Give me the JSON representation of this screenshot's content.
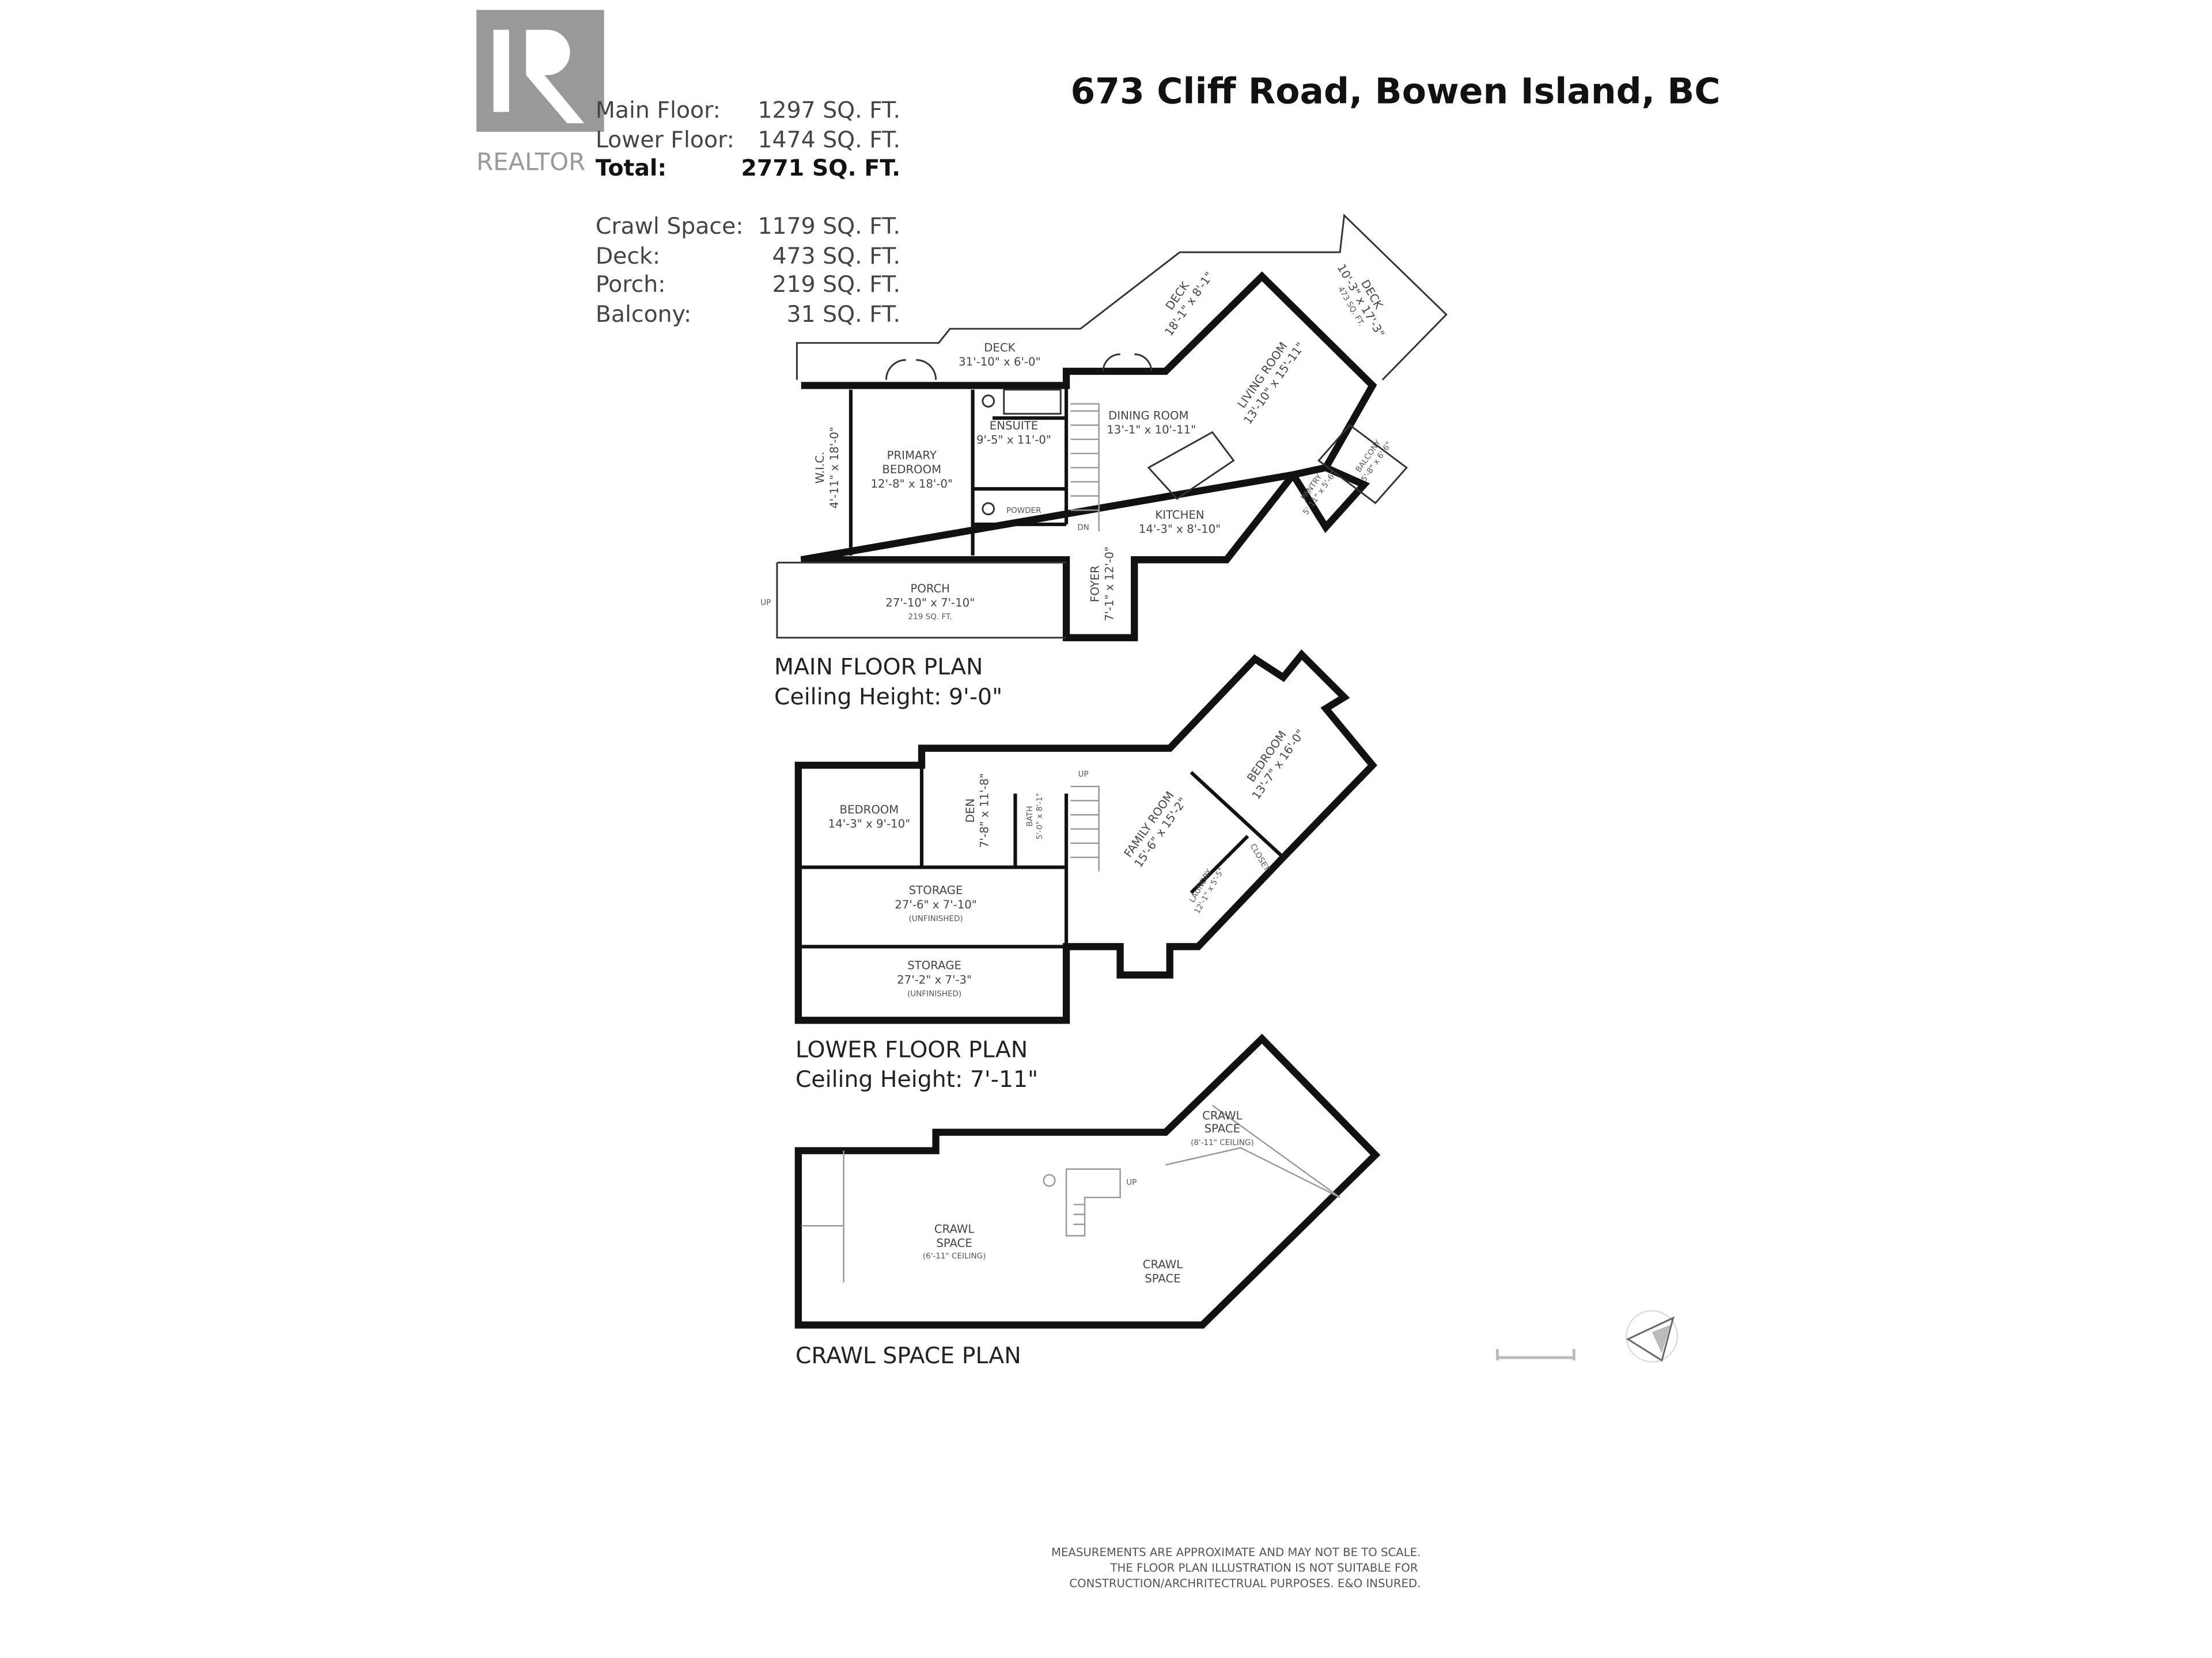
{
  "logo": {
    "text": "REALTOR",
    "color": "#999999"
  },
  "title": "673 Cliff Road, Bowen Island, BC",
  "areas": [
    {
      "label": "Main Floor:",
      "value": "1297 SQ. FT."
    },
    {
      "label": "Lower Floor:",
      "value": "1474 SQ. FT."
    },
    {
      "label": "Total:",
      "value": "2771 SQ. FT."
    },
    {
      "label": "Crawl Space:",
      "value": "1179 SQ. FT."
    },
    {
      "label": "Deck:",
      "value": "473 SQ. FT."
    },
    {
      "label": "Porch:",
      "value": "219 SQ. FT."
    },
    {
      "label": "Balcony:",
      "value": "31 SQ. FT."
    }
  ],
  "main": {
    "heading": "MAIN FLOOR PLAN",
    "ceiling": "Ceiling Height: 9'-0\"",
    "rooms": {
      "deck1": [
        "DECK",
        "31'-10\" x 6'-0\""
      ],
      "deck2": [
        "DECK",
        "18'-1\" x 8'-1\""
      ],
      "deck3": [
        "DECK",
        "10'-3\" x 17'-3\"",
        "473 SQ. FT."
      ],
      "living": [
        "LIVING ROOM",
        "13'-10\" x 15'-11\""
      ],
      "dining": [
        "DINING ROOM",
        "13'-1\" x 10'-11\""
      ],
      "kitchen": [
        "KITCHEN",
        "14'-3\" x 8'-10\""
      ],
      "pantry": [
        "PANTRY",
        "5'-11\" x 5'-6\""
      ],
      "balcony": [
        "BALCONY",
        "5'-8\" x 6'-6\""
      ],
      "ensuite": [
        "ENSUITE",
        "9'-5\" x 11'-0\""
      ],
      "primary": [
        "PRIMARY",
        "BEDROOM",
        "12'-8\" x 18'-0\""
      ],
      "wic": [
        "W.I.C.",
        "4'-11\" x 18'-0\""
      ],
      "powder": "POWDER",
      "porch": [
        "PORCH",
        "27'-10\" x 7'-10\"",
        "219 SQ. FT."
      ],
      "foyer": [
        "FOYER",
        "7'-1\" x 12'-0\""
      ],
      "up": "UP",
      "dn": "DN"
    }
  },
  "lower": {
    "heading": "LOWER FLOOR PLAN",
    "ceiling": "Ceiling Height: 7'-11\"",
    "rooms": {
      "bedroom1": [
        "BEDROOM",
        "14'-3\" x 9'-10\""
      ],
      "den": [
        "DEN",
        "7'-8\" x 11'-8\""
      ],
      "bath": [
        "BATH",
        "5'-0\" x 8'-1\""
      ],
      "family": [
        "FAMILY ROOM",
        "15'-6\" x 15'-2\""
      ],
      "bedroom2": [
        "BEDROOM",
        "13'-7\" x 16'-0\""
      ],
      "laundry": [
        "LAUNDRY",
        "12'-1\" x 5'-5\""
      ],
      "closet": "CLOSET",
      "storage1": [
        "STORAGE",
        "27'-6\" x 7'-10\"",
        "(UNFINISHED)"
      ],
      "storage2": [
        "STORAGE",
        "27'-2\" x 7'-3\"",
        "(UNFINISHED)"
      ],
      "up": "UP"
    }
  },
  "crawl": {
    "heading": "CRAWL SPACE PLAN",
    "rooms": {
      "c1": [
        "CRAWL",
        "SPACE",
        "(8'-11\" CEILING)"
      ],
      "c2": [
        "CRAWL",
        "SPACE",
        "(6'-11\" CEILING)"
      ],
      "c3": [
        "CRAWL",
        "SPACE"
      ],
      "up": "UP"
    }
  },
  "disclaimer": [
    "MEASUREMENTS ARE APPROXIMATE AND MAY NOT BE TO SCALE.",
    "THE FLOOR PLAN ILLUSTRATION IS NOT SUITABLE FOR",
    "CONSTRUCTION/ARCHRITECTRUAL PURPOSES. E&O INSURED."
  ]
}
